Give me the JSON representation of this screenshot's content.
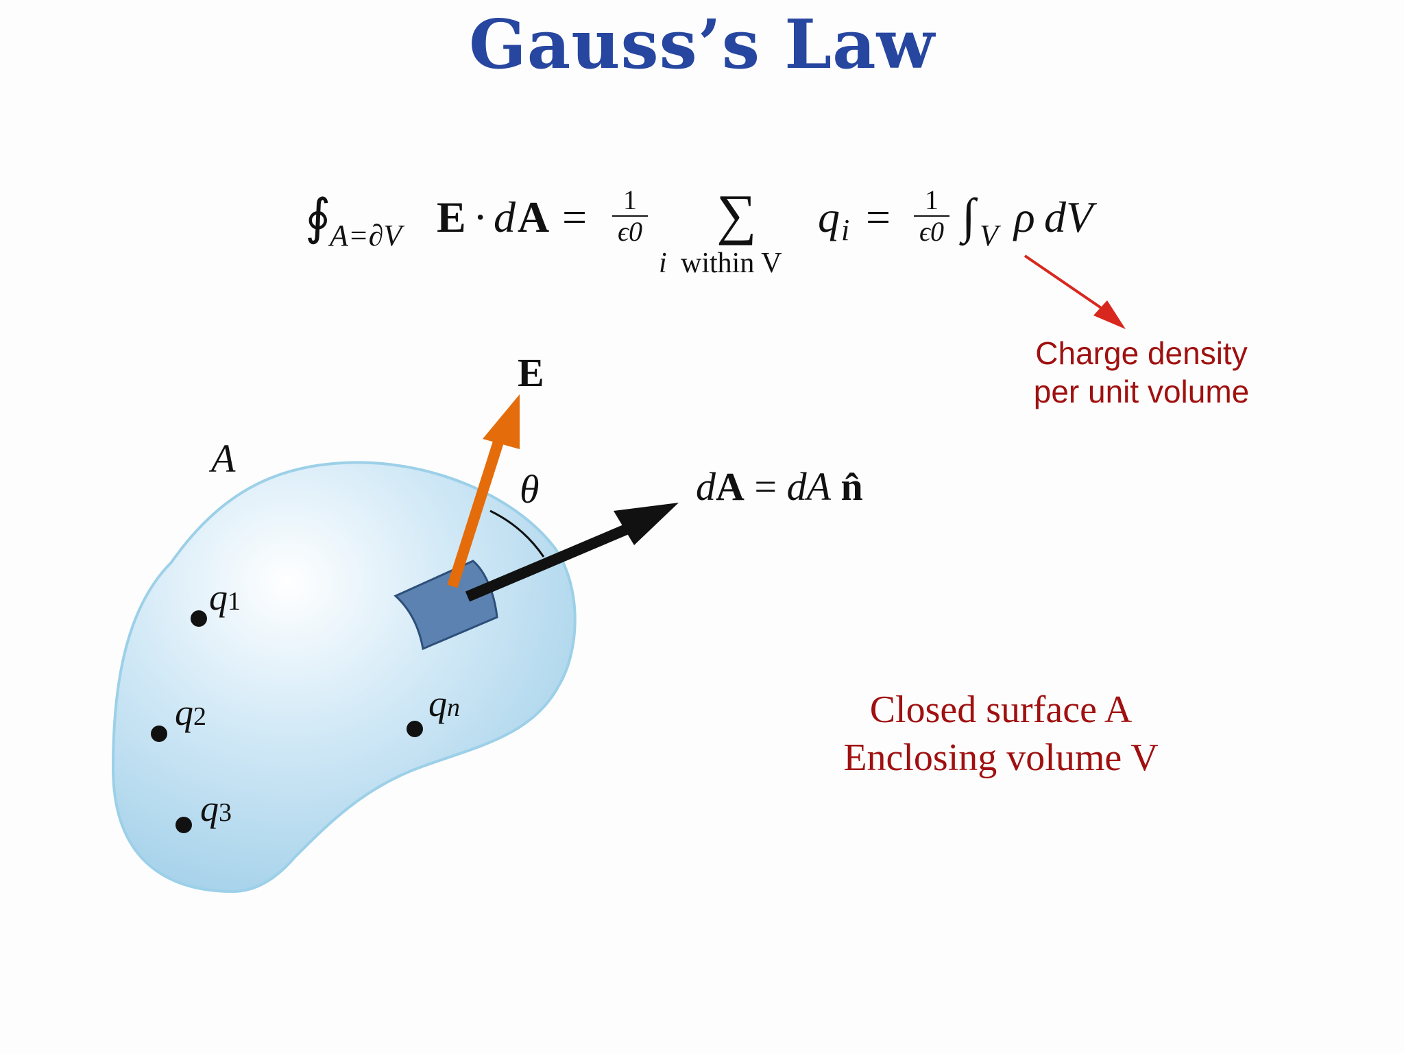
{
  "title": "Gauss’s Law",
  "colors": {
    "title": "#2646a0",
    "note": "#a01010",
    "surface_fill": "#bfdef0",
    "surface_edge": "#9cd0e8",
    "patch": "#5b82b0",
    "e_vector": "#e46c0b",
    "da_vector": "#111111",
    "red_arrow": "#d8281e"
  },
  "equation": {
    "contour_integral": "∮",
    "surface_subscript": "A=∂V",
    "field": "E",
    "dot": "·",
    "d": "d",
    "area": "A",
    "equals": "=",
    "frac_num": "1",
    "frac_den": "ϵ0",
    "sum": "∑",
    "sum_index": "i",
    "sum_condition": "within V",
    "charge": "q",
    "charge_index": "i",
    "integral": "∫",
    "volume_subscript": "V",
    "density": "ρ",
    "volume_element": "dV"
  },
  "annotations": {
    "charge_density_line1": "Charge density",
    "charge_density_line2": "per unit volume",
    "closed_surface_line1": "Closed surface A",
    "closed_surface_line2": "Enclosing volume V"
  },
  "diagram": {
    "surface_label": "A",
    "e_label": "E",
    "theta_label": "θ",
    "da_label_d": "d",
    "da_label_A": "A",
    "da_label_eq": "=",
    "da_label_dA": "dA",
    "da_label_n": "n̂",
    "charges": [
      {
        "symbol": "q",
        "sub": "1"
      },
      {
        "symbol": "q",
        "sub": "2"
      },
      {
        "symbol": "q",
        "sub": "3"
      },
      {
        "symbol": "q",
        "sub": "n"
      }
    ]
  }
}
